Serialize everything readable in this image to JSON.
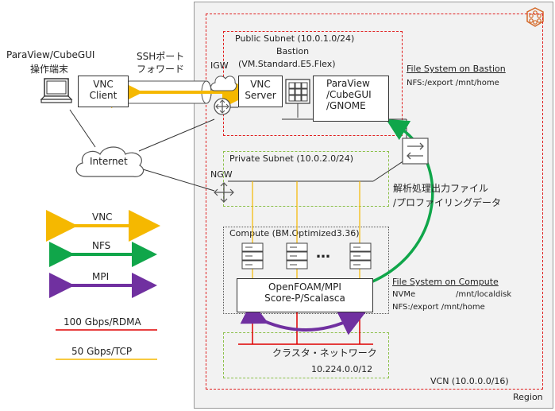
{
  "client": {
    "title_line1": "ParaView/CubeGUI",
    "title_line2": "操作端末",
    "vnc_client_line1": "VNC",
    "vnc_client_line2": "Client"
  },
  "ssh": {
    "line1": "SSHポート",
    "line2": "フォワード"
  },
  "internet_label": "Internet",
  "region_label": "Region",
  "vcn_label": "VCN (10.0.0.0/16)",
  "public_subnet": {
    "title": "Public Subnet (10.0.1.0/24)",
    "bastion_line1": "Bastion",
    "bastion_line2": "(VM.Standard.E5.Flex)",
    "igw_label": "IGW",
    "vnc_server_line1": "VNC",
    "vnc_server_line2": "Server",
    "pv_line1": "ParaView",
    "pv_line2": "/CubeGUI",
    "pv_line3": "/GNOME"
  },
  "fs_bastion": {
    "title": "File System on Bastion",
    "nfs": "NFS:/export  /mnt/home"
  },
  "private_subnet": {
    "title": "Private Subnet (10.0.2.0/24)",
    "ngw_label": "NGW"
  },
  "output_label": {
    "line1": "解析処理出力ファイル",
    "line2": "/プロファイリングデータ"
  },
  "compute": {
    "title": "Compute (BM.Optimized3.36)",
    "ellipsis": "…",
    "app_line1": "OpenFOAM/MPI",
    "app_line2": "Score-P/Scalasca"
  },
  "fs_compute": {
    "title": "File System on Compute",
    "nvme": "NVMe                /mnt/localdisk",
    "nfs": "NFS:/export  /mnt/home"
  },
  "cluster_network": {
    "label": "クラスタ・ネットワーク",
    "cidr": "10.224.0.0/12"
  },
  "legend": {
    "vnc": "VNC",
    "nfs": "NFS",
    "mpi": "MPI",
    "rdma": "100 Gbps/RDMA",
    "tcp": "50 Gbps/TCP"
  },
  "colors": {
    "vnc": "#f5b800",
    "nfs": "#10a64a",
    "mpi": "#7030a0",
    "rdma": "#e00000",
    "tcp": "#f5b800",
    "region_border": "#999999",
    "vcn_border": "#e02020",
    "private_border": "#8cc04a",
    "rule": "#333333"
  }
}
